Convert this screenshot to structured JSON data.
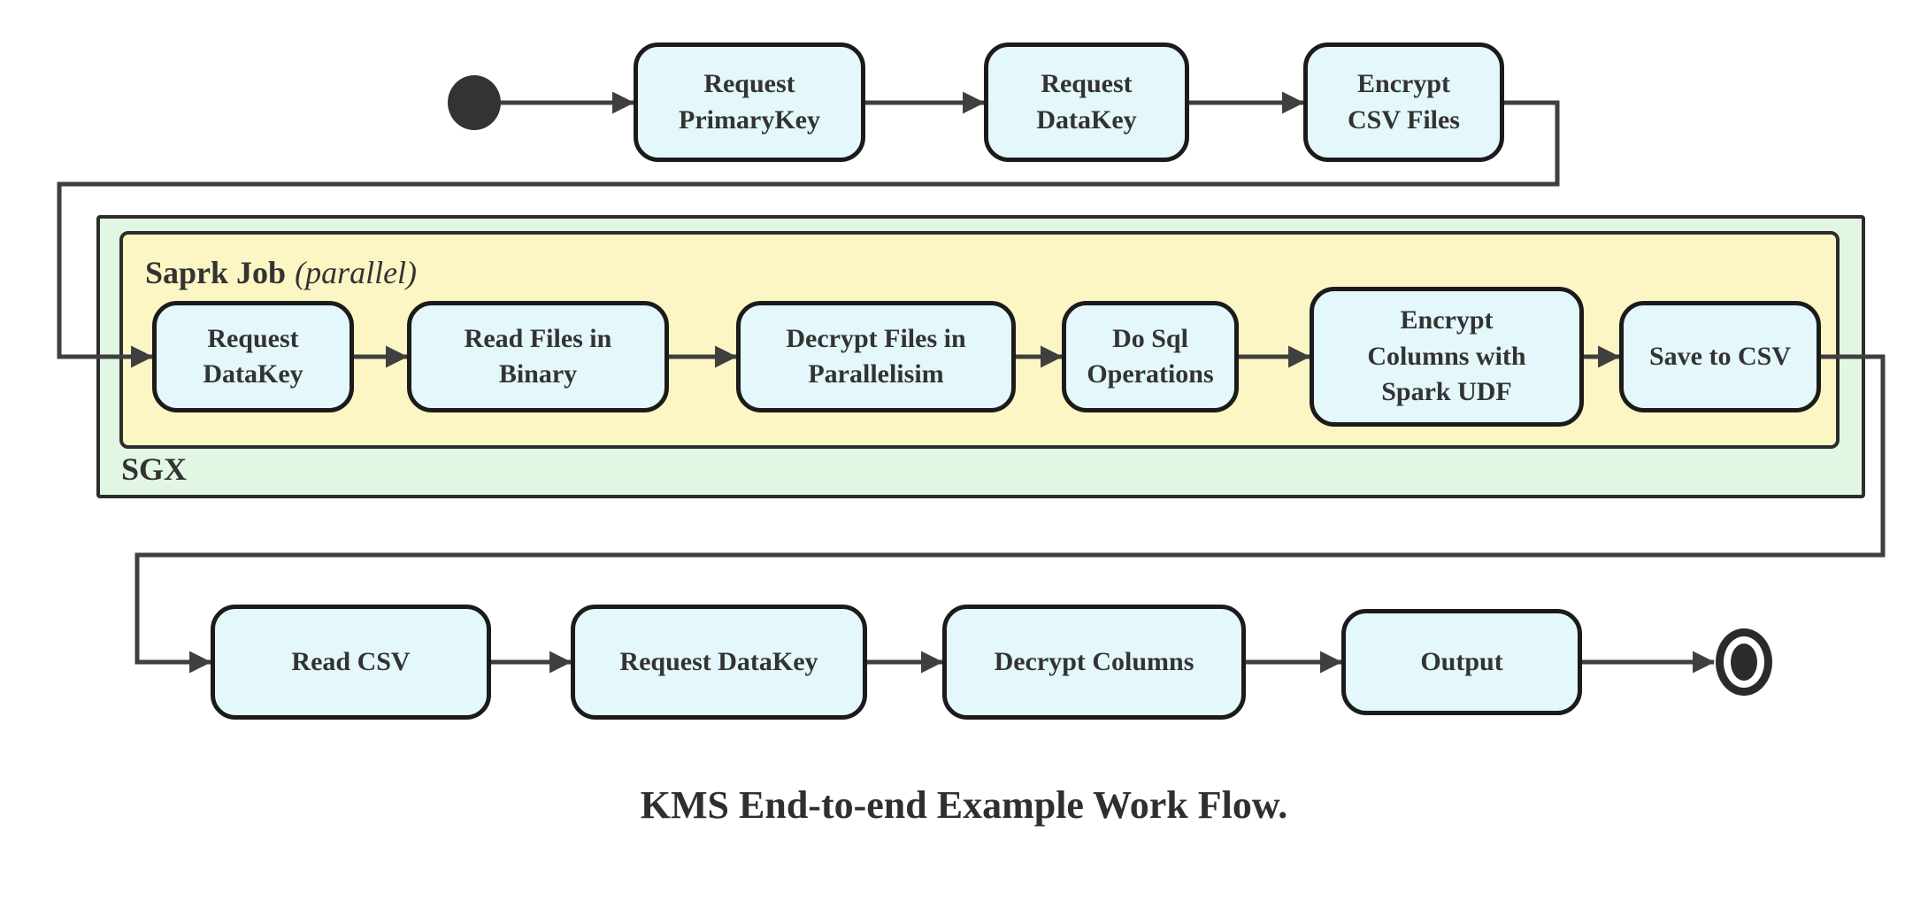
{
  "diagram": {
    "caption": "KMS End-to-end Example Work Flow.",
    "containers": {
      "sgx": {
        "label": "SGX"
      },
      "spark_job": {
        "label": "Saprk Job",
        "annotation": "(parallel)"
      }
    },
    "nodes": {
      "top": [
        {
          "label": "Request\nPrimaryKey"
        },
        {
          "label": "Request\nDataKey"
        },
        {
          "label": "Encrypt\nCSV Files"
        }
      ],
      "middle": [
        {
          "label": "Request\nDataKey"
        },
        {
          "label": "Read Files in\nBinary"
        },
        {
          "label": "Decrypt Files in\nParallelisim"
        },
        {
          "label": "Do Sql\nOperations"
        },
        {
          "label": "Encrypt\nColumns with\nSpark UDF"
        },
        {
          "label": "Save to CSV"
        }
      ],
      "bottom": [
        {
          "label": "Read CSV"
        },
        {
          "label": "Request DataKey"
        },
        {
          "label": "Decrypt Columns"
        },
        {
          "label": "Output"
        }
      ]
    },
    "colors": {
      "node_fill": "#e4f7fa",
      "spark_job_fill": "#fcf6c5",
      "sgx_fill": "#e2f7e3",
      "edge": "#3f3f3f"
    }
  }
}
